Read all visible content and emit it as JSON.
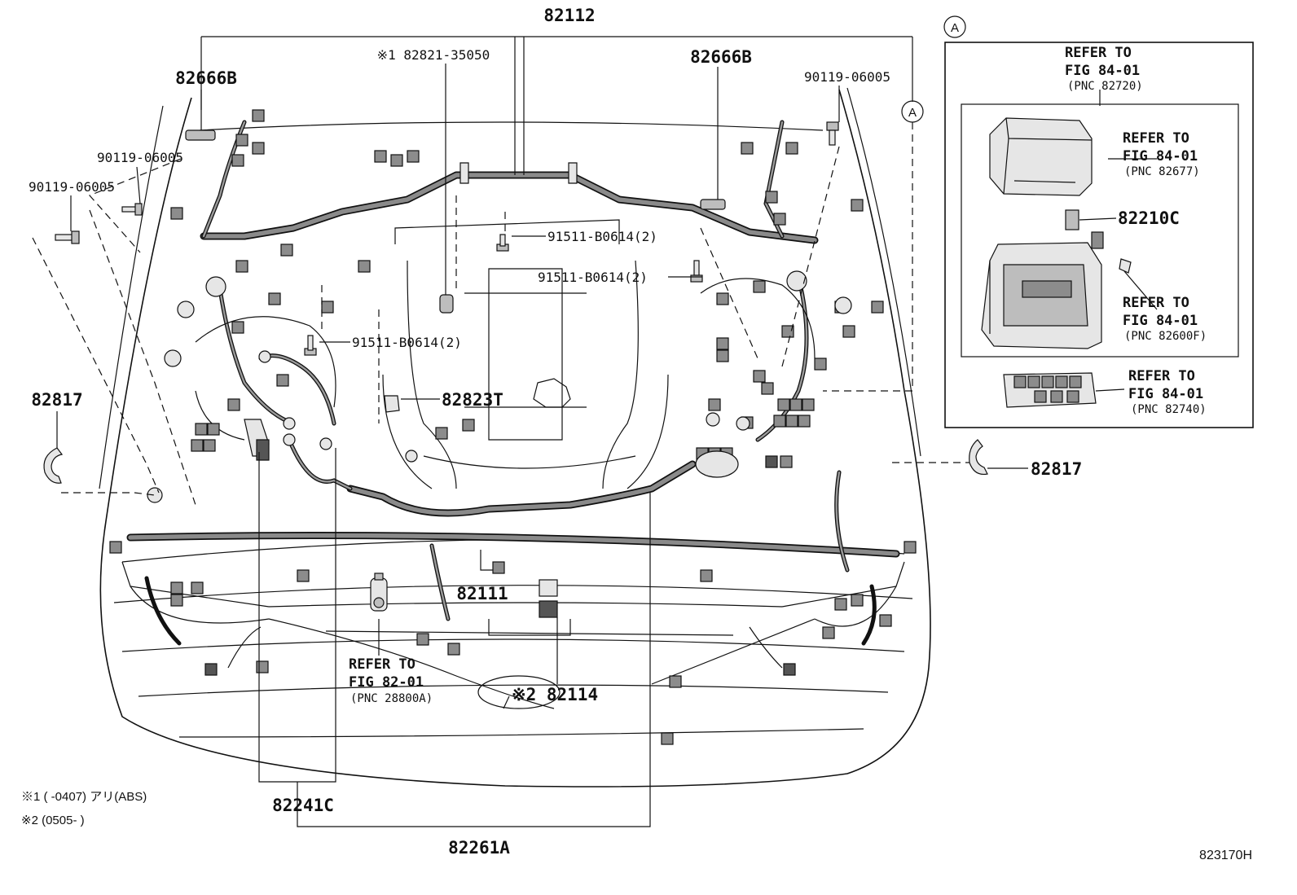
{
  "diagram": {
    "part_numbers": {
      "harness_main": "82112",
      "clamp_left": "82666B",
      "clamp_right": "82666B",
      "engine_room_harness_note": "※1 82821-35050",
      "bolt_left_upper": "90119-06005",
      "bolt_left_lower": "90119-06005",
      "bolt_right": "90119-06005",
      "bolt_b0614_a": "91511-B0614(2)",
      "bolt_b0614_b": "91511-B0614(2)",
      "bolt_b0614_c": "91511-B0614(2)",
      "connector_82823t": "82823T",
      "protector_left": "82817",
      "protector_right": "82817",
      "harness_82111": "82111",
      "harness_82114": "※2 82114",
      "harness_82241c": "82241C",
      "harness_82261a": "82261A",
      "relay_82210c": "82210C",
      "callout_a_main": "A",
      "callout_a_inset": "A"
    },
    "references": {
      "starter": {
        "line1": "REFER TO",
        "line2": "FIG 82-01",
        "line3": "(PNC 28800A)"
      },
      "inset_top": {
        "line1": "REFER TO",
        "line2": "FIG 84-01",
        "line3": "(PNC 82720)"
      },
      "relay_block": {
        "line1": "REFER TO",
        "line2": "FIG 84-01",
        "line3": "(PNC 82677)"
      },
      "junction_block": {
        "line1": "REFER TO",
        "line2": "FIG 84-01",
        "line3": "(PNC 82600F)"
      },
      "fuse_block": {
        "line1": "REFER TO",
        "line2": "FIG 84-01",
        "line3": "(PNC 82740)"
      }
    },
    "footnotes": {
      "note1": "※1 (       -0407) アリ(ABS)",
      "note2": "※2 (0505-        )"
    },
    "figure_code": "823170H"
  }
}
